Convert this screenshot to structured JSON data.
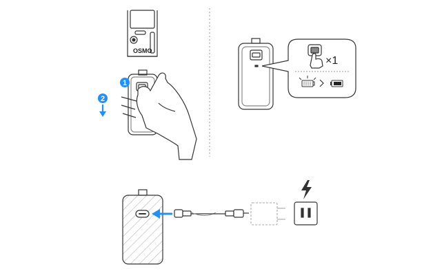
{
  "device_label": "OSMO",
  "steps": {
    "step1": "1",
    "step2": "2"
  },
  "press_count": "×1",
  "indicator": {
    "from": "charging",
    "to": "full"
  },
  "colors": {
    "line": "#333333",
    "accent": "#1e90ff",
    "light": "#aaaaaa",
    "hatch": "#bfbfbf"
  },
  "icons": [
    "hand-press-icon",
    "arrow-down-icon",
    "lightning-icon",
    "wall-outlet-icon",
    "power-adapter-icon",
    "usb-c-cable-icon",
    "battery-icon",
    "arrow-left-icon"
  ]
}
